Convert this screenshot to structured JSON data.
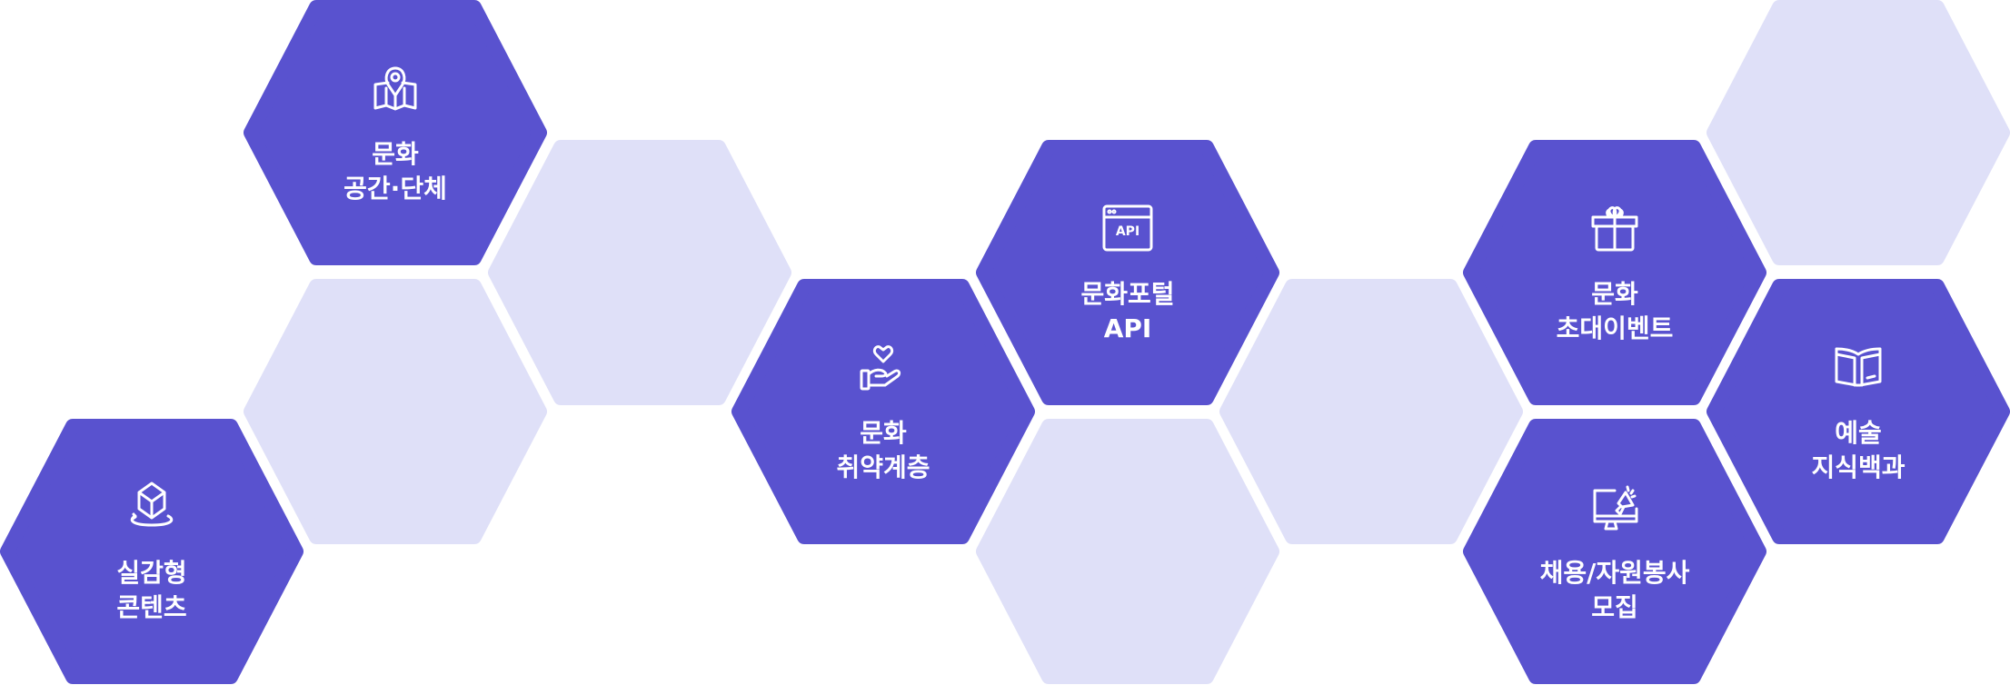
{
  "colors": {
    "active": "#5952CF",
    "inactive": "#DFE0F8"
  },
  "tiles": [
    {
      "icon": "vr-cube-icon",
      "label": "실감형\n콘텐츠"
    },
    {
      "icon": "map-pin-icon",
      "label": "문화\n공간·단체"
    },
    {
      "icon": "heart-hand-icon",
      "label": "문화\n취약계층"
    },
    {
      "icon": "api-window-icon",
      "icon_text": "API",
      "label": "문화포털\nAPI"
    },
    {
      "icon": "gift-icon",
      "label": "문화\n초대이벤트"
    },
    {
      "icon": "megaphone-board-icon",
      "label": "채용/자원봉사\n모집"
    },
    {
      "icon": "book-icon",
      "label": "예술\n지식백과"
    }
  ]
}
